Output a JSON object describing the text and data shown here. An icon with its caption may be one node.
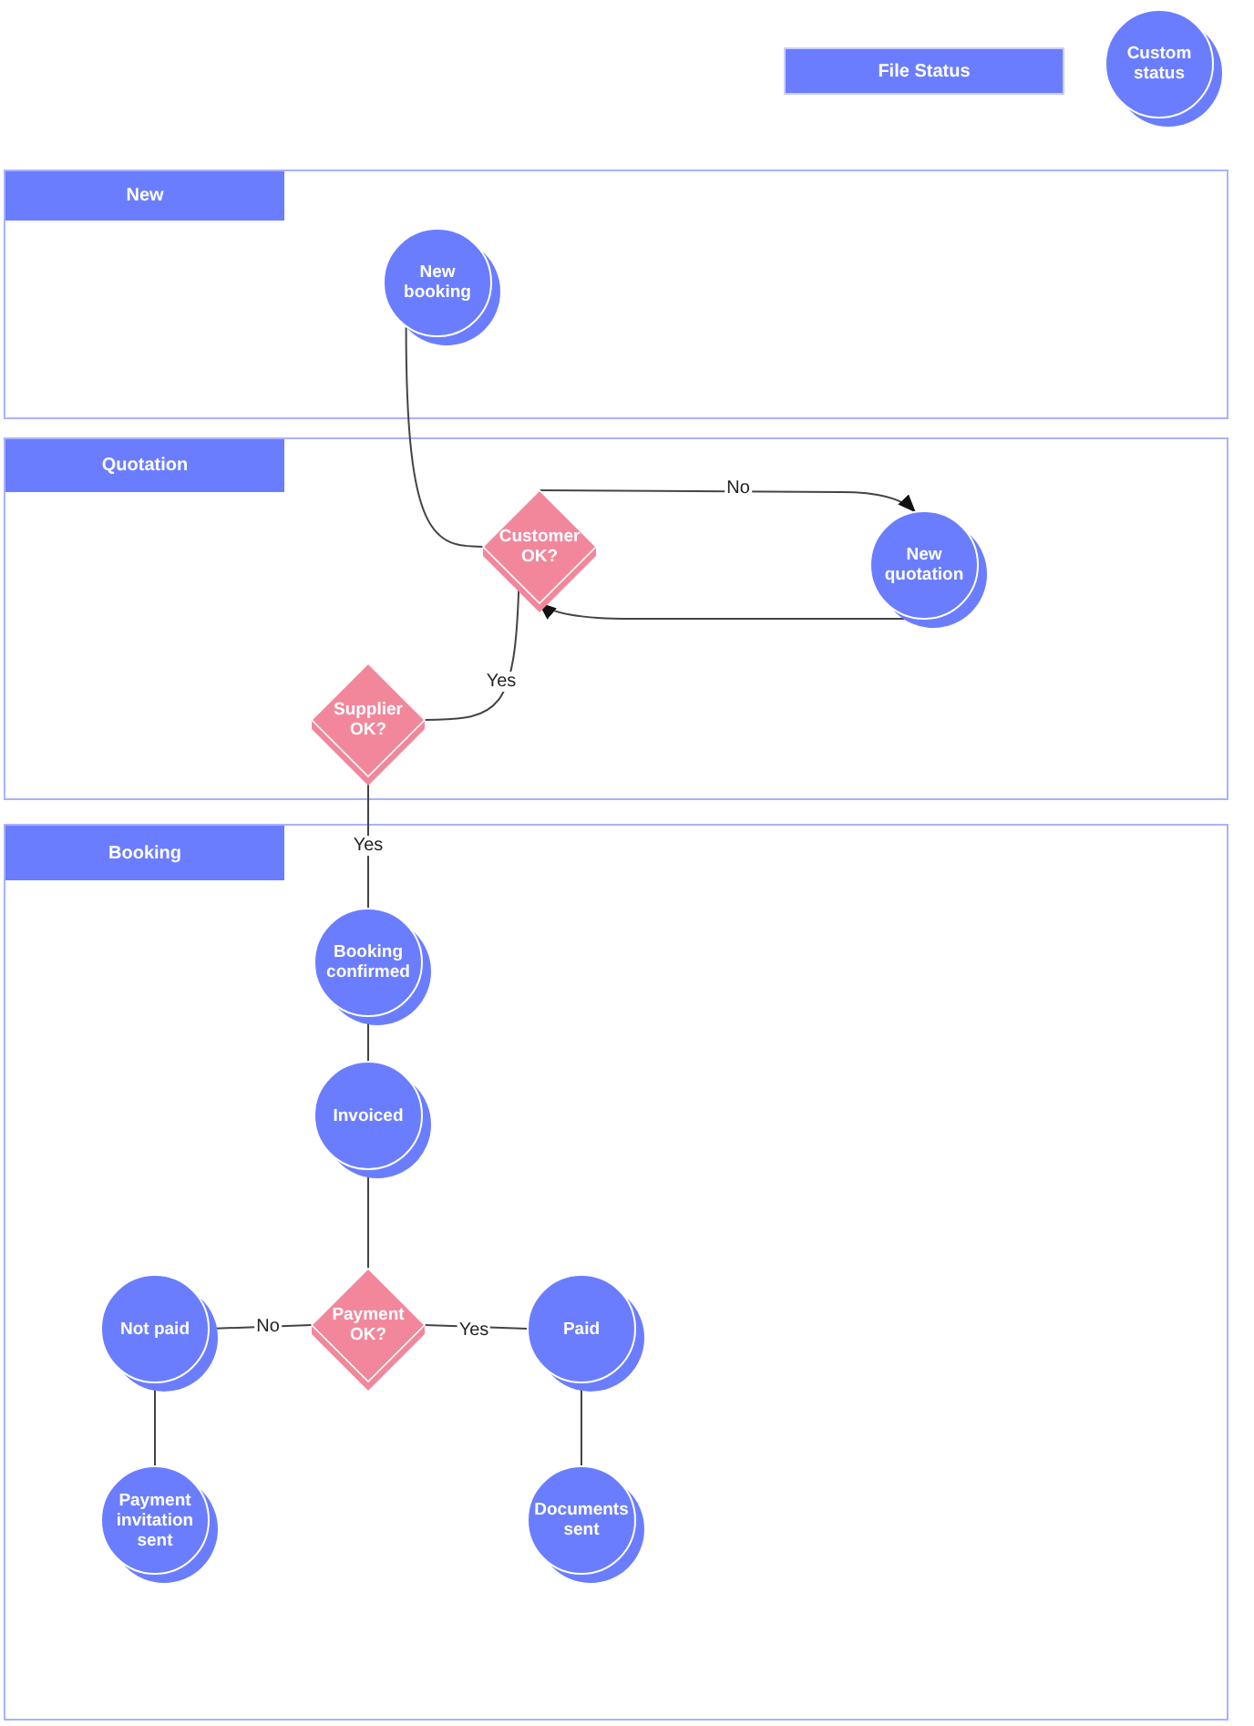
{
  "diagram": {
    "nodes": [
      {
        "text": [
          "File Status"
        ]
      },
      {
        "text": [
          "Custom status"
        ]
      },
      {
        "text": [
          "New"
        ]
      },
      {
        "text": [
          "New booking"
        ],
        "in": 2
      },
      {
        "text": [
          "Quotation"
        ]
      },
      {
        "text": [
          "Customer OK?"
        ],
        "in": 4
      },
      {
        "text": [
          "New quotation"
        ],
        "in": 4
      },
      {
        "text": [
          "Supplier OK?"
        ],
        "in": 4
      },
      {
        "text": [
          "Booking"
        ]
      },
      {
        "text": [
          "Booking confirmed"
        ],
        "in": 8
      },
      {
        "text": [
          "Invoiced"
        ],
        "in": 8
      },
      {
        "text": [
          "Payment OK?"
        ],
        "in": 8
      },
      {
        "text": [
          "Not paid"
        ],
        "in": 8
      },
      {
        "text": [
          "Paid"
        ],
        "in": 8
      },
      {
        "text": [
          "Payment invitation sent"
        ],
        "in": 8
      },
      {
        "text": [
          "Documents sent"
        ],
        "in": 8
      }
    ],
    "edges": [
      {
        "from": 3,
        "to": 5,
        "arrow": "none"
      },
      {
        "from": 5,
        "to": 6,
        "arrow": "to",
        "label": "No"
      },
      {
        "from": 6,
        "to": 5,
        "arrow": "to"
      },
      {
        "from": 5,
        "to": 7,
        "arrow": "none",
        "label": "Yes"
      },
      {
        "from": 7,
        "to": 9,
        "arrow": "none",
        "label": "Yes"
      },
      {
        "from": 9,
        "to": 10,
        "arrow": "none"
      },
      {
        "from": 10,
        "to": 11,
        "arrow": "none"
      },
      {
        "from": 11,
        "to": 12,
        "arrow": "none",
        "label": "No"
      },
      {
        "from": 11,
        "to": 13,
        "arrow": "none",
        "label": "Yes"
      },
      {
        "from": 12,
        "to": 14,
        "arrow": "none"
      },
      {
        "from": 13,
        "to": 15,
        "arrow": "none"
      }
    ]
  }
}
